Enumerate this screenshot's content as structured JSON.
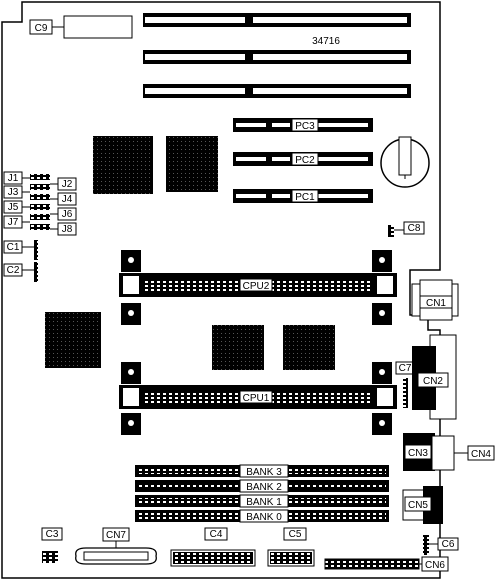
{
  "part_number": "34716",
  "pci_slots": [
    "PC3",
    "PC2",
    "PC1"
  ],
  "cpu_sockets": [
    "CPU2",
    "CPU1"
  ],
  "memory_banks": [
    "BANK 3",
    "BANK 2",
    "BANK 1",
    "BANK 0"
  ],
  "jumpers_left": [
    "J1",
    "J3",
    "J5",
    "J7"
  ],
  "jumpers_right": [
    "J2",
    "J4",
    "J6",
    "J8"
  ],
  "left_connectors": [
    "C1",
    "C2"
  ],
  "top_connector": "C9",
  "misc_connectors": {
    "c8": "C8",
    "c7": "C7",
    "c6": "C6",
    "c3": "C3",
    "c4": "C4",
    "c5": "C5"
  },
  "ports": {
    "cn1": "CN1",
    "cn2": "CN2",
    "cn3": "CN3",
    "cn4": "CN4",
    "cn5": "CN5",
    "cn6": "CN6",
    "cn7": "CN7"
  }
}
